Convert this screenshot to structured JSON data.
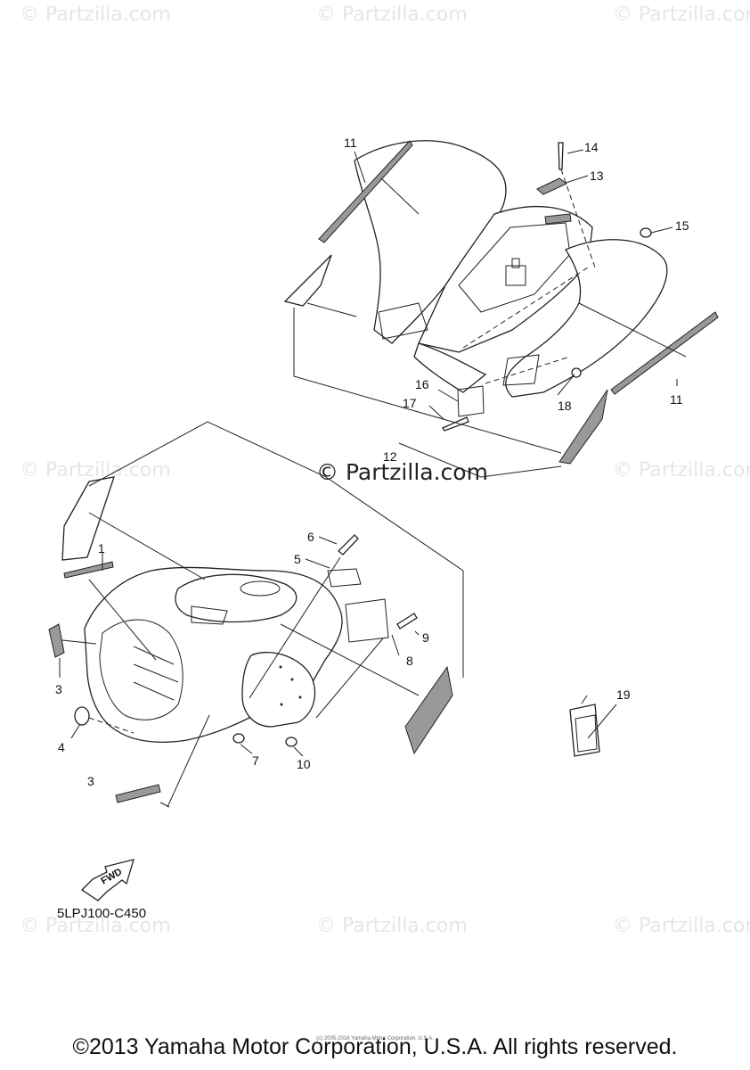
{
  "watermarks": {
    "text": "© Partzilla.com",
    "center_text": "© Partzilla.com"
  },
  "diagram": {
    "code": "5LPJ100-C450",
    "fwd_label": "FWD",
    "callouts": {
      "c1": "1",
      "c3a": "3",
      "c3b": "3",
      "c4": "4",
      "c5": "5",
      "c6": "6",
      "c7": "7",
      "c8": "8",
      "c9": "9",
      "c10": "10",
      "c11a": "11",
      "c11b": "11",
      "c12": "12",
      "c13": "13",
      "c14": "14",
      "c15": "15",
      "c16": "16",
      "c17": "17",
      "c18": "18",
      "c19": "19"
    }
  },
  "footer": {
    "copyright": "©2013 Yamaha Motor Corporation, U.S.A. All rights reserved.",
    "small_note": "(c) 2005-2016 Yamaha Motor Corporation, U.S.A."
  }
}
